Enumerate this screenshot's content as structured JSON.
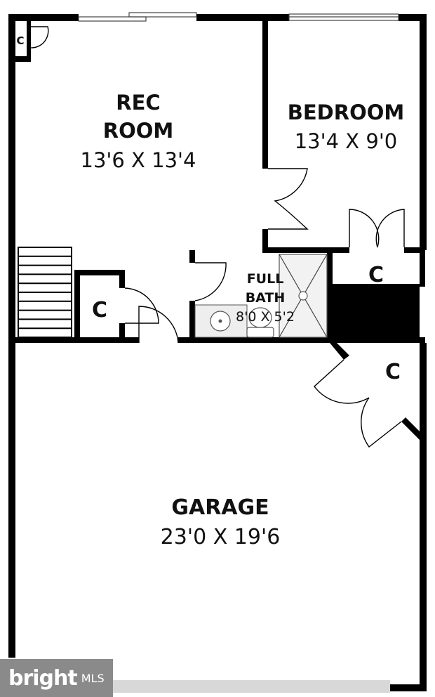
{
  "rooms": {
    "rec_room": {
      "name_line1": "REC",
      "name_line2": "ROOM",
      "size": "13'6 X 13'4"
    },
    "bedroom": {
      "name": "BEDROOM",
      "size": "13'4 X 9'0"
    },
    "full_bath": {
      "name_line1": "FULL",
      "name_line2": "BATH",
      "size": "8'0 X 5'2"
    },
    "garage": {
      "name": "GARAGE",
      "size": "23'0 X 19'6"
    }
  },
  "closets": {
    "top_left": "C",
    "under_stairs": "C",
    "right_mid": "C",
    "garage_right": "C"
  },
  "watermark": {
    "brand": "bright",
    "suffix": "MLS"
  },
  "colors": {
    "wall": "#000000",
    "fixture_fill": "#eeeeee",
    "badge": "#8a8a8a"
  }
}
